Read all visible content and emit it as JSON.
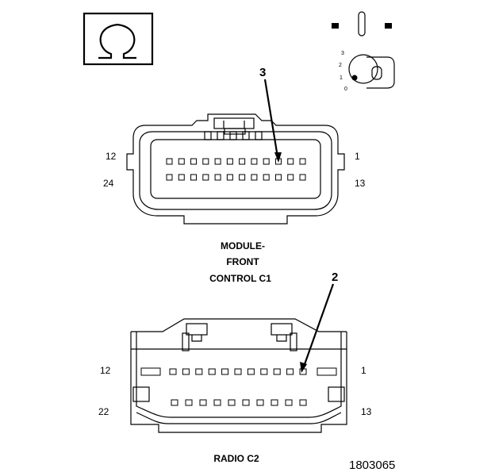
{
  "symbol": {
    "glyph": "Ω",
    "name": "ground-symbol"
  },
  "connector_top": {
    "title_lines": [
      "MODULE-",
      "FRONT",
      "CONTROL C1"
    ],
    "pins_per_row": 12,
    "rows": 2,
    "corner_labels": {
      "top_left": "12",
      "top_right": "1",
      "bottom_left": "24",
      "bottom_right": "13"
    },
    "callout": "3"
  },
  "connector_bottom": {
    "title": "RADIO C2",
    "pins_top_row": 11,
    "pins_bottom_row": 10,
    "corner_labels": {
      "top_left": "12",
      "top_right": "1",
      "bottom_left": "22",
      "bottom_right": "13"
    },
    "callout": "2"
  },
  "ignition": {
    "positions": [
      "3",
      "2",
      "1",
      "0"
    ]
  },
  "figure_id": "1803065",
  "colors": {
    "ink": "#000000",
    "paper": "#ffffff"
  }
}
